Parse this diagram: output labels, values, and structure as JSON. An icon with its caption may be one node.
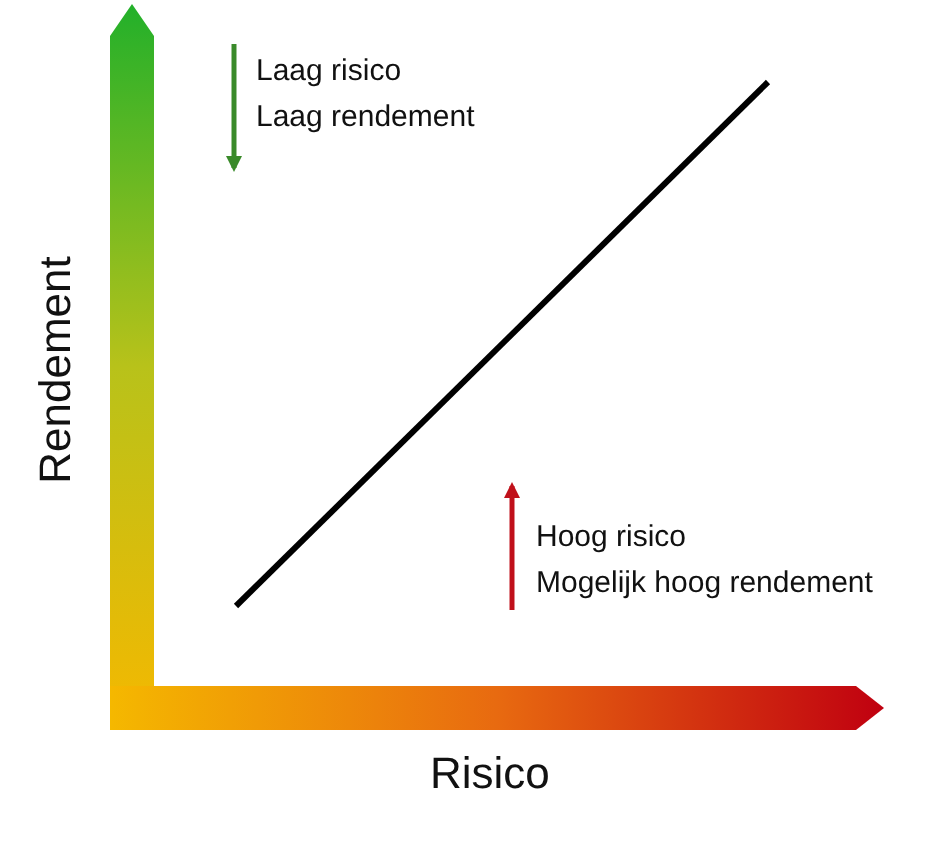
{
  "diagram": {
    "labels": [
      "Laag risico",
      "Laag rendement",
      "Hoog risico",
      "Mogelijk hoog rendement",
      "Rendement",
      "Risico"
    ]
  }
}
